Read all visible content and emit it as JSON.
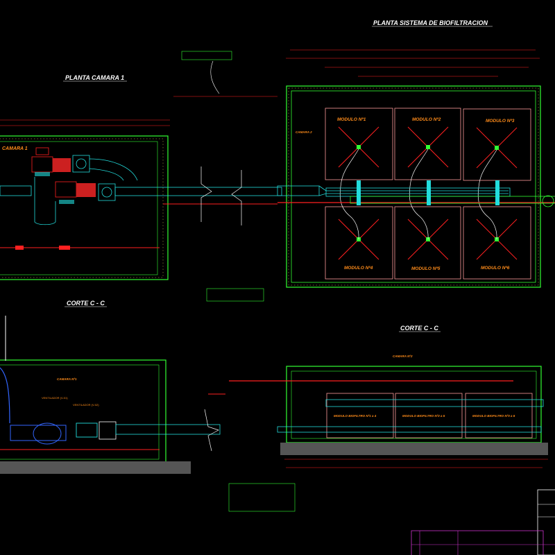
{
  "plan_biofiltration": {
    "title": "PLANTA SISTEMA DE BIOFILTRACION",
    "chamber_label": "CAMARA 2",
    "modules": [
      "MODULO Nº1",
      "MODULO Nº2",
      "MODULO Nº3",
      "MODULO Nº4",
      "MODULO Nº5",
      "MODULO Nº6"
    ]
  },
  "plan_chamber1": {
    "title": "PLANTA CAMARA 1",
    "chamber_label": "CAMARA 1"
  },
  "section_left": {
    "title": "CORTE C - C",
    "chamber_label": "CAMARA Nº1",
    "fan1": "VENTILADOR (V-01)",
    "fan2": "VENTILADOR (V-02)"
  },
  "section_right": {
    "title": "CORTE C - C",
    "chamber_label": "CAMARA Nº2",
    "modules": [
      "MODULO BIOFILTRO Nº1 a 4",
      "MODULO BIOFILTRO Nº2 a 5",
      "MODULO BIOFILTRO Nº3 a 6"
    ]
  },
  "colors": {
    "background": "#000000",
    "walls": "#33ff33",
    "ducts": "#22dddd",
    "air_lines": "#ff2020",
    "labels": "#ff8c1a",
    "titles": "#ffffff",
    "notes": "#ffff00"
  }
}
